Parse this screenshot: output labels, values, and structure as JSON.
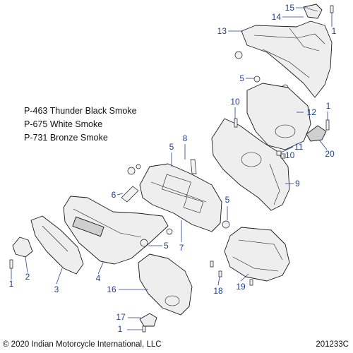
{
  "color_notes": [
    "P-463 Thunder Black Smoke",
    "P-675 White Smoke",
    "P-731 Bronze Smoke"
  ],
  "callouts": [
    {
      "id": "c15a",
      "label": "15"
    },
    {
      "id": "c14",
      "label": "14"
    },
    {
      "id": "c1a",
      "label": "1"
    },
    {
      "id": "c13",
      "label": "13"
    },
    {
      "id": "c5a",
      "label": "5"
    },
    {
      "id": "c10a",
      "label": "10"
    },
    {
      "id": "c1b",
      "label": "1"
    },
    {
      "id": "c12",
      "label": "12"
    },
    {
      "id": "c8",
      "label": "8"
    },
    {
      "id": "c5b",
      "label": "5"
    },
    {
      "id": "c11",
      "label": "11"
    },
    {
      "id": "c10b",
      "label": "10"
    },
    {
      "id": "c20",
      "label": "20"
    },
    {
      "id": "c9",
      "label": "9"
    },
    {
      "id": "c6",
      "label": "6"
    },
    {
      "id": "c5c",
      "label": "5"
    },
    {
      "id": "c5d",
      "label": "5"
    },
    {
      "id": "c7",
      "label": "7"
    },
    {
      "id": "c2",
      "label": "2"
    },
    {
      "id": "c1c",
      "label": "1"
    },
    {
      "id": "c4",
      "label": "4"
    },
    {
      "id": "c3",
      "label": "3"
    },
    {
      "id": "c16",
      "label": "16"
    },
    {
      "id": "c18",
      "label": "18"
    },
    {
      "id": "c19",
      "label": "19"
    },
    {
      "id": "c17",
      "label": "17"
    },
    {
      "id": "c1d",
      "label": "1"
    }
  ],
  "footer": {
    "copyright": "© 2020 Indian Motorcycle International, LLC",
    "drawing_number": "201233C"
  }
}
